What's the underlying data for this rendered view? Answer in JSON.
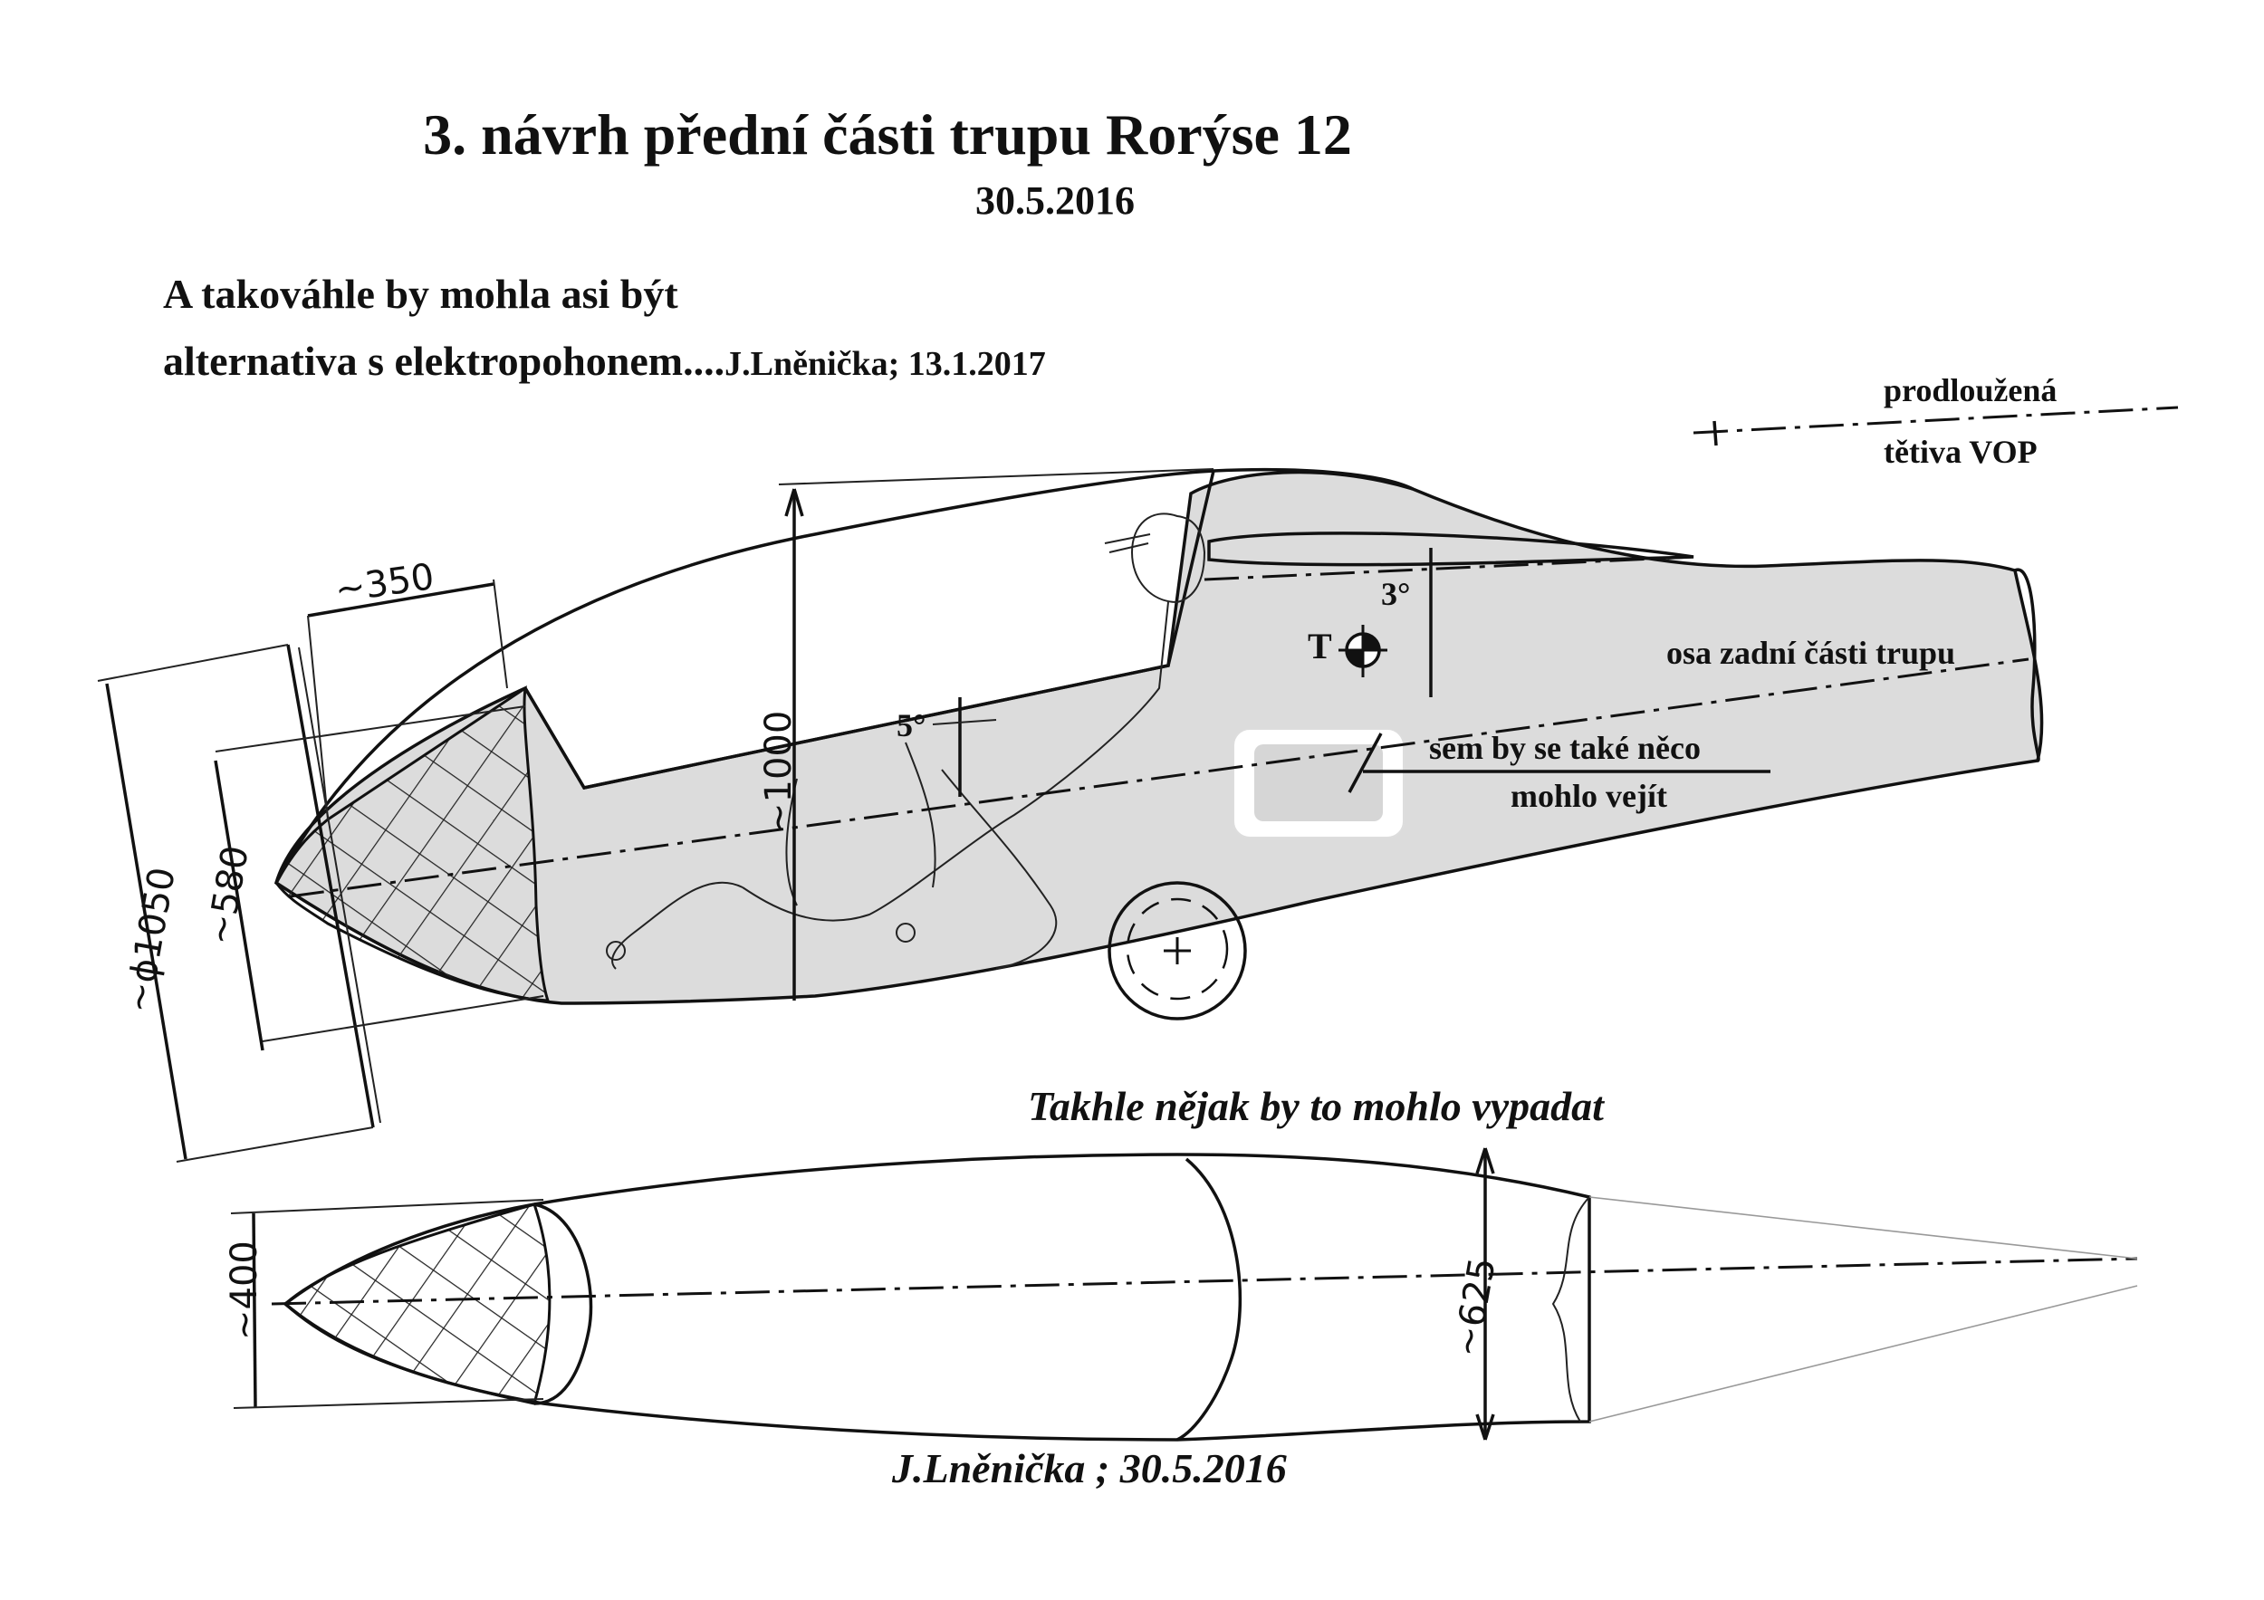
{
  "title": "3. návrh přední části trupu Rorýse 12",
  "date": "30.5.2016",
  "alternative_line1": "A takováhle by mohla asi být",
  "alternative_line2": "alternativa s elektropohonem....",
  "alternative_signature": "J.Lněnička; 13.1.2017",
  "labels": {
    "extended_chord_1": "prodloužená",
    "extended_chord_2": "tětiva  VOP",
    "rear_axis": "osa zadní části trupu",
    "fit_note_1": "sem by se také něco",
    "fit_note_2": "mohlo vejít",
    "angle_3": "3°",
    "angle_5": "5°",
    "cg_mark": "T"
  },
  "dimensions": {
    "d350": "~350",
    "d1000": "~1000",
    "d580": "~580",
    "d1050": "~ϕ1050",
    "d400": "~400",
    "d625": "~625"
  },
  "caption": "Takhle nějak by to mohlo vypadat",
  "signature_bottom": "J.Lněnička ; 30.5.2016",
  "colors": {
    "fuselage_fill": "#dcdcdc",
    "ink": "#111111",
    "paper": "#ffffff"
  }
}
